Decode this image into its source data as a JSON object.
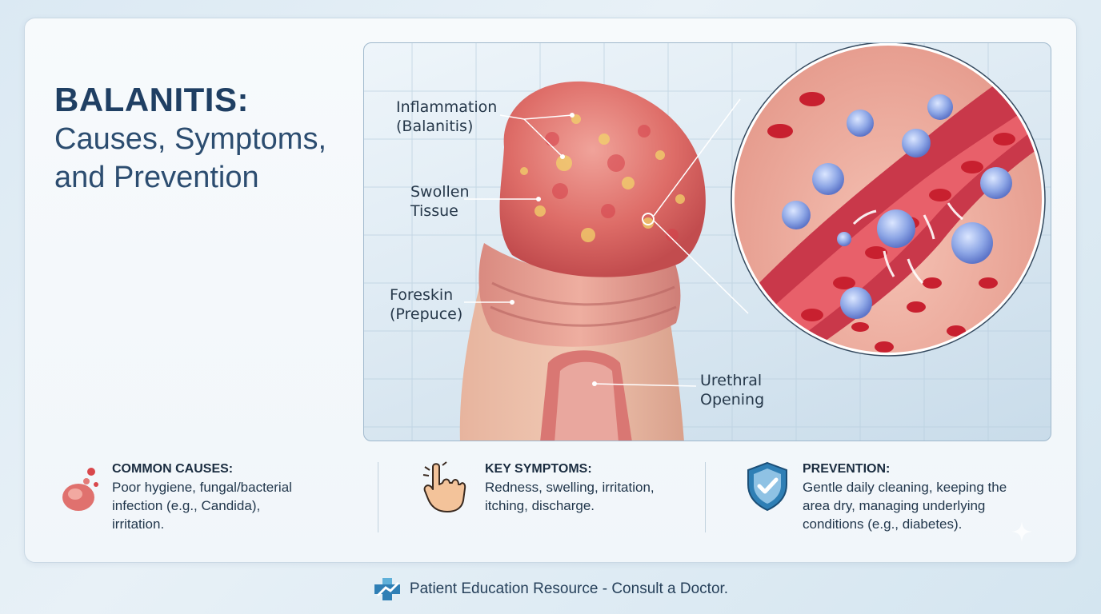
{
  "title": {
    "main": "BALANITIS:",
    "sub_line1": "Causes, Symptoms,",
    "sub_line2": "and Prevention"
  },
  "labels": {
    "inflammation_1": "Inflammation",
    "inflammation_2": "(Balanitis)",
    "swollen_1": "Swollen",
    "swollen_2": "Tissue",
    "foreskin_1": "Foreskin",
    "foreskin_2": "(Prepuce)",
    "urethral_1": "Urethral",
    "urethral_2": "Opening"
  },
  "info": {
    "causes": {
      "heading": "COMMON CAUSES:",
      "line1": "Poor hygiene, fungal/bacterial",
      "line2": "infection (e.g., Candida),",
      "line3": "irritation."
    },
    "symptoms": {
      "heading": "KEY SYMPTOMS:",
      "line1": "Redness, swelling, irritation,",
      "line2": "itching, discharge."
    },
    "prevention": {
      "heading": "PREVENTION:",
      "line1": "Gentle daily cleaning, keeping the",
      "line2": "area dry, managing underlying",
      "line3": "conditions (e.g., diabetes)."
    }
  },
  "footer": {
    "text": "Patient Education Resource - Consult a Doctor."
  },
  "colors": {
    "title": "#1f3f63",
    "tissue": "#e58a86",
    "inflamed": "#d24d4d",
    "cell": "#7f9de0",
    "accent": "#2f7fb5"
  }
}
